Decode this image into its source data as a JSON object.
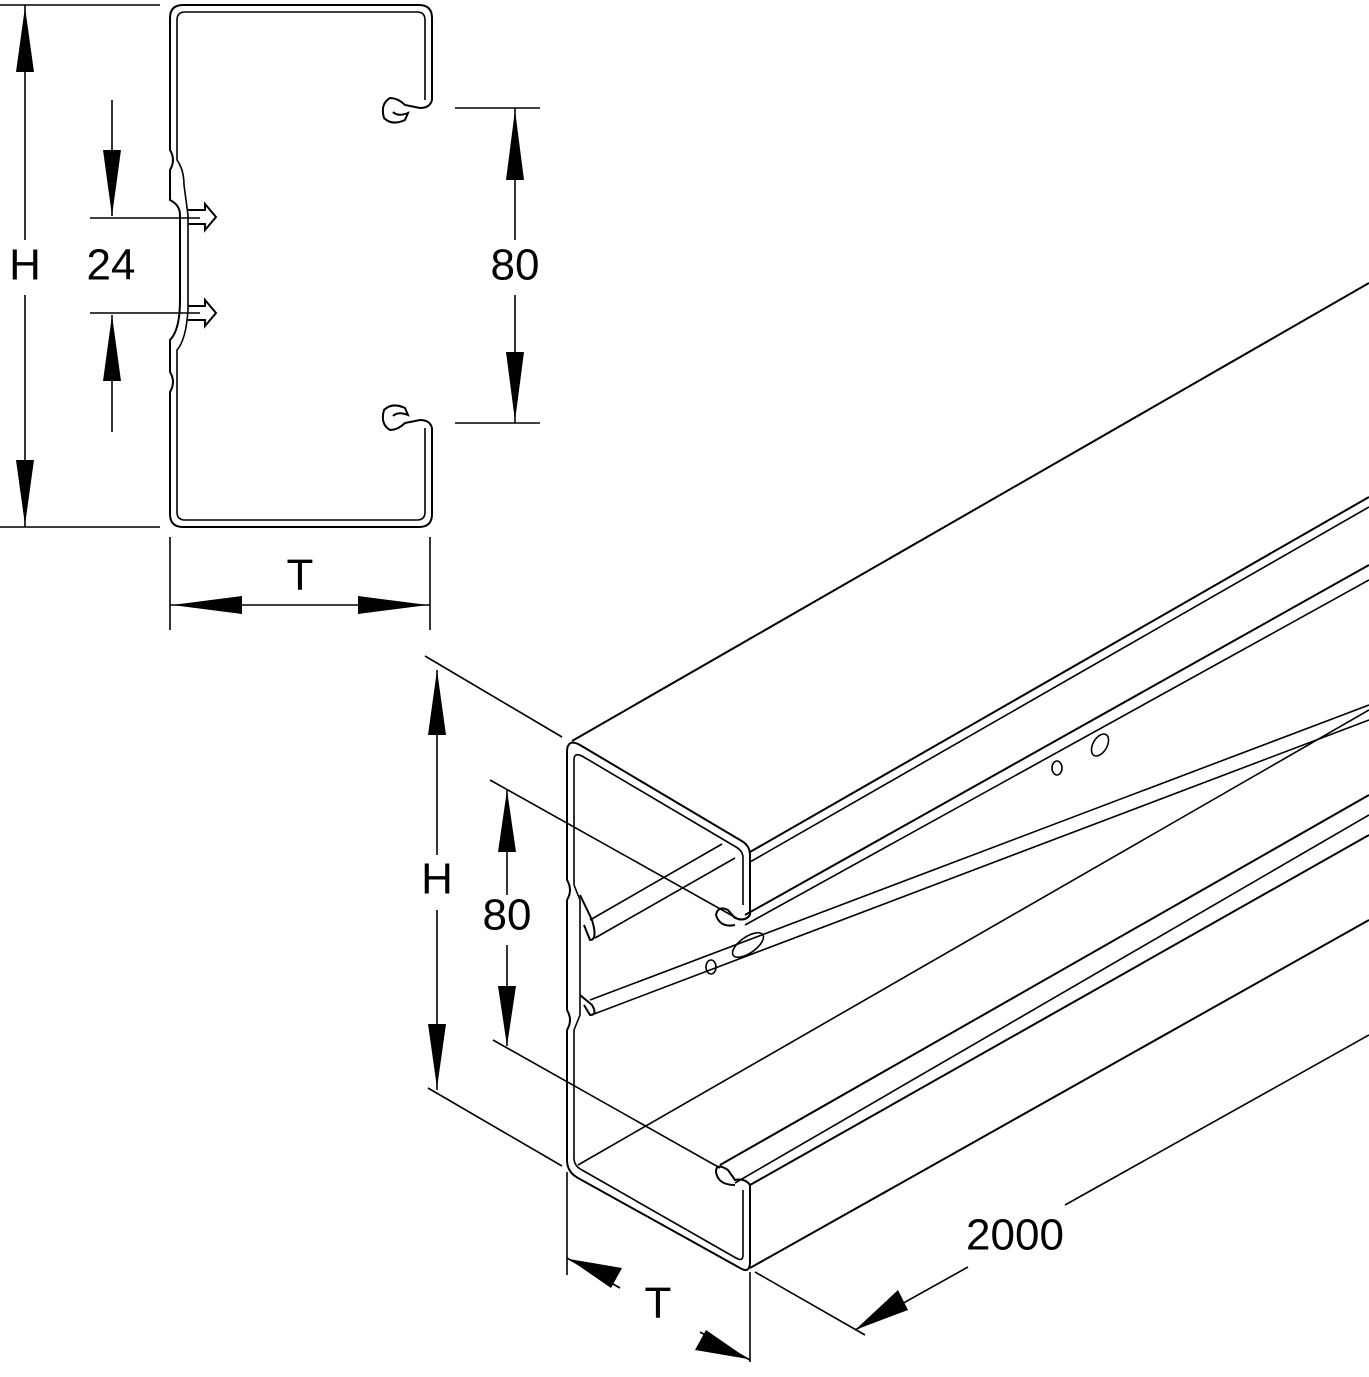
{
  "section_view": {
    "height_label": "H",
    "clip_spacing_label": "24",
    "opening_label": "80",
    "depth_label": "T"
  },
  "iso_view": {
    "height_label": "H",
    "opening_label": "80",
    "depth_label": "T",
    "length_label": "2000"
  },
  "colors": {
    "line": "#000000",
    "background": "#ffffff"
  }
}
